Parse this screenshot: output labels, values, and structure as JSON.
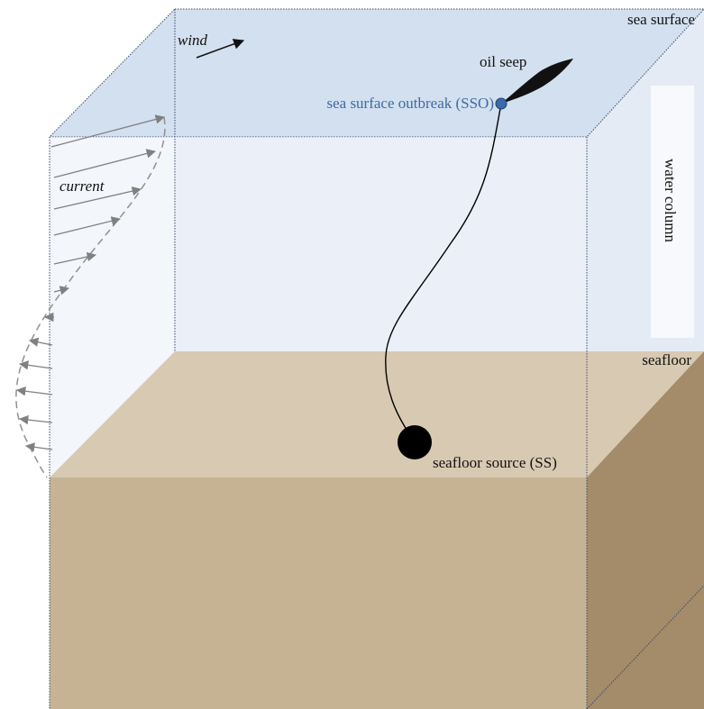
{
  "labels": {
    "sea_surface": "sea surface",
    "wind": "wind",
    "oil_seep": "oil seep",
    "sso": "sea surface outbreak (SSO)",
    "current": "current",
    "water_column": "water column",
    "seafloor": "seafloor",
    "seafloor_source": "seafloor source (SS)"
  },
  "colors": {
    "sea_surface_fill": "#d3e0ef",
    "water_fill": "#e9eff8",
    "seafloor_top": "#d8c9b2",
    "sediment_front": "#c6b394",
    "sediment_side": "#a48b69",
    "sso_marker": "#3c6aa8",
    "sso_text": "#3d6aa3",
    "arrow_gray": "#808080"
  }
}
